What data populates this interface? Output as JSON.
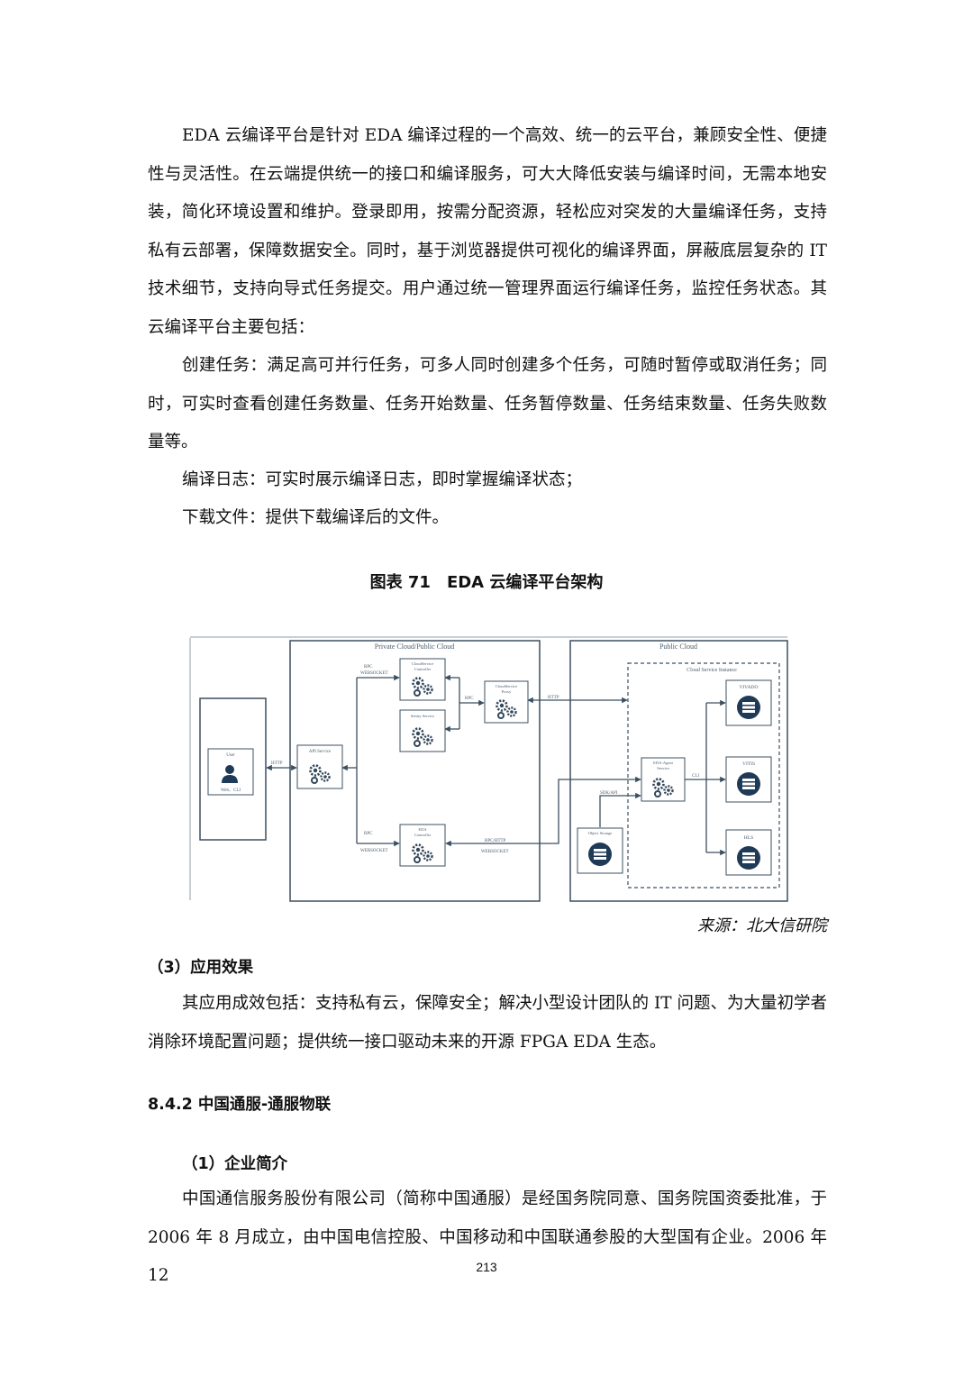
{
  "paragraphs": {
    "intro": "EDA 云编译平台是针对 EDA 编译过程的一个高效、统一的云平台，兼顾安全性、便捷性与灵活性。在云端提供统一的接口和编译服务，可大大降低安装与编译时间，无需本地安装，简化环境设置和维护。登录即用，按需分配资源，轻松应对突发的大量编译任务，支持私有云部署，保障数据安全。同时，基于浏览器提供可视化的编译界面，屏蔽底层复杂的 IT 技术细节，支持向导式任务提交。用户通过统一管理界面运行编译任务，监控任务状态。其云编译平台主要包括：",
    "create_task": "创建任务：满足高可并行任务，可多人同时创建多个任务，可随时暂停或取消任务；同时，可实时查看创建任务数量、任务开始数量、任务暂停数量、任务结束数量、任务失败数量等。",
    "compile_log": "编译日志：可实时展示编译日志，即时掌握编译状态；",
    "download": "下载文件：提供下载编译后的文件。",
    "effect": "其应用成效包括：支持私有云，保障安全；解决小型设计团队的 IT 问题、为大量初学者消除环境配置问题；提供统一接口驱动未来的开源 FPGA EDA 生态。",
    "company": "中国通信服务股份有限公司（简称中国通服）是经国务院同意、国务院国资委批准，于 2006 年 8 月成立，由中国电信控股、中国移动和中国联通参股的大型国有企业。2006 年 12"
  },
  "figure": {
    "caption": "图表 71　EDA 云编译平台架构",
    "source": "来源：北大信研院"
  },
  "headings": {
    "effect": "（3）应用效果",
    "section": "8.4.2  中国通服-通服物联",
    "intro": "（1）企业简介"
  },
  "diagram": {
    "private_cloud": "Private Cloud/Public Cloud",
    "public_cloud": "Public Cloud",
    "cloud_service_instance": "Cloud Service Instance",
    "user": "User",
    "user_sub": "Web、CLI",
    "api_service": "API Service",
    "cloudservice_controller": [
      "CloudService",
      "Controller"
    ],
    "sentry_service": "Sentry Service",
    "cloudservice_proxy": [
      "CloudService",
      "Proxy"
    ],
    "eda_controller": [
      "EDA",
      "Controller"
    ],
    "eda_agent": [
      "EDA-Agent",
      "Service"
    ],
    "object_storage": "Object Storage",
    "vivado": "VIVADO",
    "vitis": "VITIS",
    "hls": "HLS",
    "http1": "HTTP",
    "http2": "HTTP",
    "rpc_ws_top": [
      "RPC",
      "WEBSOCKET"
    ],
    "rpc_ws_bottom": [
      "RPC",
      "WEBSOCKET"
    ],
    "rpc_mid": "RPC",
    "rpc_http": [
      "RPC/HTTP",
      "WEBSOCKET"
    ],
    "sdk_api": "SDK/API",
    "cli": "CLI"
  },
  "page_number": "213",
  "colors": {
    "diagram_line": "#3b4f60",
    "icon": "#33475a",
    "db": "#1f3a56"
  }
}
